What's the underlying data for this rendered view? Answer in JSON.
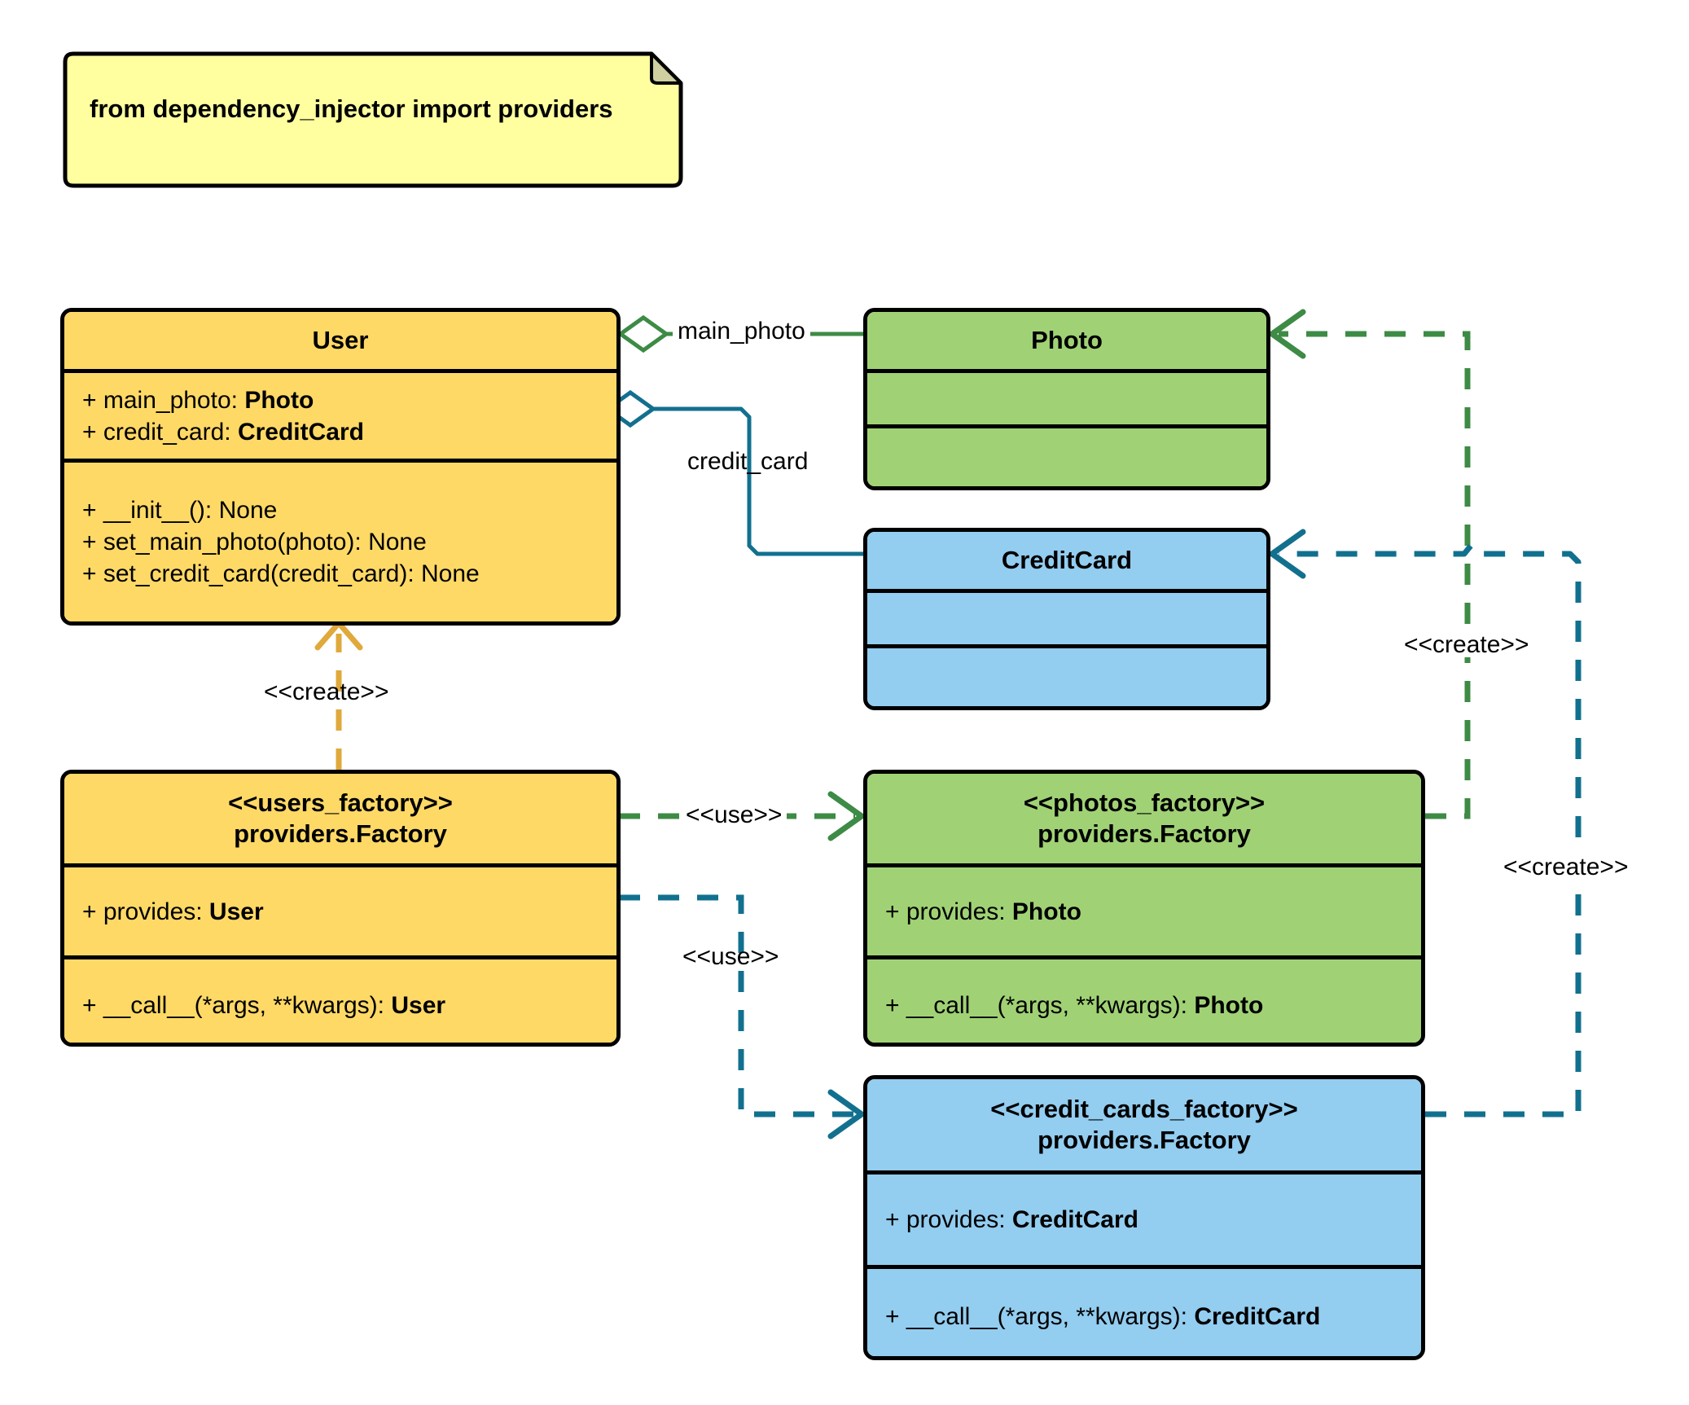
{
  "diagram": {
    "type": "uml-class-diagram",
    "background": "#ffffff",
    "palette": {
      "yellow_fill": "#ffd966",
      "yellow_line": "#e0a93b",
      "green_fill": "#a0d275",
      "green_line": "#3d8b45",
      "blue_fill": "#93cdf0",
      "blue_line": "#12708f",
      "note_fill": "#ffffa0",
      "outline": "#000000"
    }
  },
  "note": {
    "text": "from dependency_injector import providers"
  },
  "classes": {
    "user": {
      "title": "User",
      "attributes": [
        {
          "prefix": "+ main_photo: ",
          "type": "Photo"
        },
        {
          "prefix": "+ credit_card: ",
          "type": "CreditCard"
        }
      ],
      "methods": [
        {
          "prefix": "+ __init__(): None",
          "type": ""
        },
        {
          "prefix": "+ set_main_photo(photo): None",
          "type": ""
        },
        {
          "prefix": "+ set_credit_card(credit_card): None",
          "type": ""
        }
      ]
    },
    "photo": {
      "title": "Photo",
      "attributes": [],
      "methods": []
    },
    "credit_card": {
      "title": "CreditCard",
      "attributes": [],
      "methods": []
    },
    "users_factory": {
      "stereotype": "<<users_factory>>",
      "title": "providers.Factory",
      "attributes": [
        {
          "prefix": "+ provides: ",
          "type": "User"
        }
      ],
      "methods": [
        {
          "prefix": "+ __call__(*args, **kwargs): ",
          "type": "User"
        }
      ]
    },
    "photos_factory": {
      "stereotype": "<<photos_factory>>",
      "title": "providers.Factory",
      "attributes": [
        {
          "prefix": "+ provides: ",
          "type": "Photo"
        }
      ],
      "methods": [
        {
          "prefix": "+ __call__(*args, **kwargs): ",
          "type": "Photo"
        }
      ]
    },
    "credit_cards_factory": {
      "stereotype": "<<credit_cards_factory>>",
      "title": "providers.Factory",
      "attributes": [
        {
          "prefix": "+ provides: ",
          "type": "CreditCard"
        }
      ],
      "methods": [
        {
          "prefix": "+ __call__(*args, **kwargs): ",
          "type": "CreditCard"
        }
      ]
    }
  },
  "relations": {
    "user_main_photo": {
      "label": "main_photo",
      "kind": "aggregation",
      "color": "#3d8b45"
    },
    "user_credit_card": {
      "label": "credit_card",
      "kind": "aggregation",
      "color": "#12708f"
    },
    "users_factory_create_user": {
      "label": "<<create>>",
      "kind": "dependency",
      "color": "#e0a93b"
    },
    "users_factory_use_photos_factory": {
      "label": "<<use>>",
      "kind": "dependency",
      "color": "#3d8b45"
    },
    "users_factory_use_credit_cards_factory": {
      "label": "<<use>>",
      "kind": "dependency",
      "color": "#12708f"
    },
    "photos_factory_create_photo": {
      "label": "<<create>>",
      "kind": "dependency",
      "color": "#3d8b45"
    },
    "credit_cards_factory_create_credit_card": {
      "label": "<<create>>",
      "kind": "dependency",
      "color": "#12708f"
    }
  }
}
